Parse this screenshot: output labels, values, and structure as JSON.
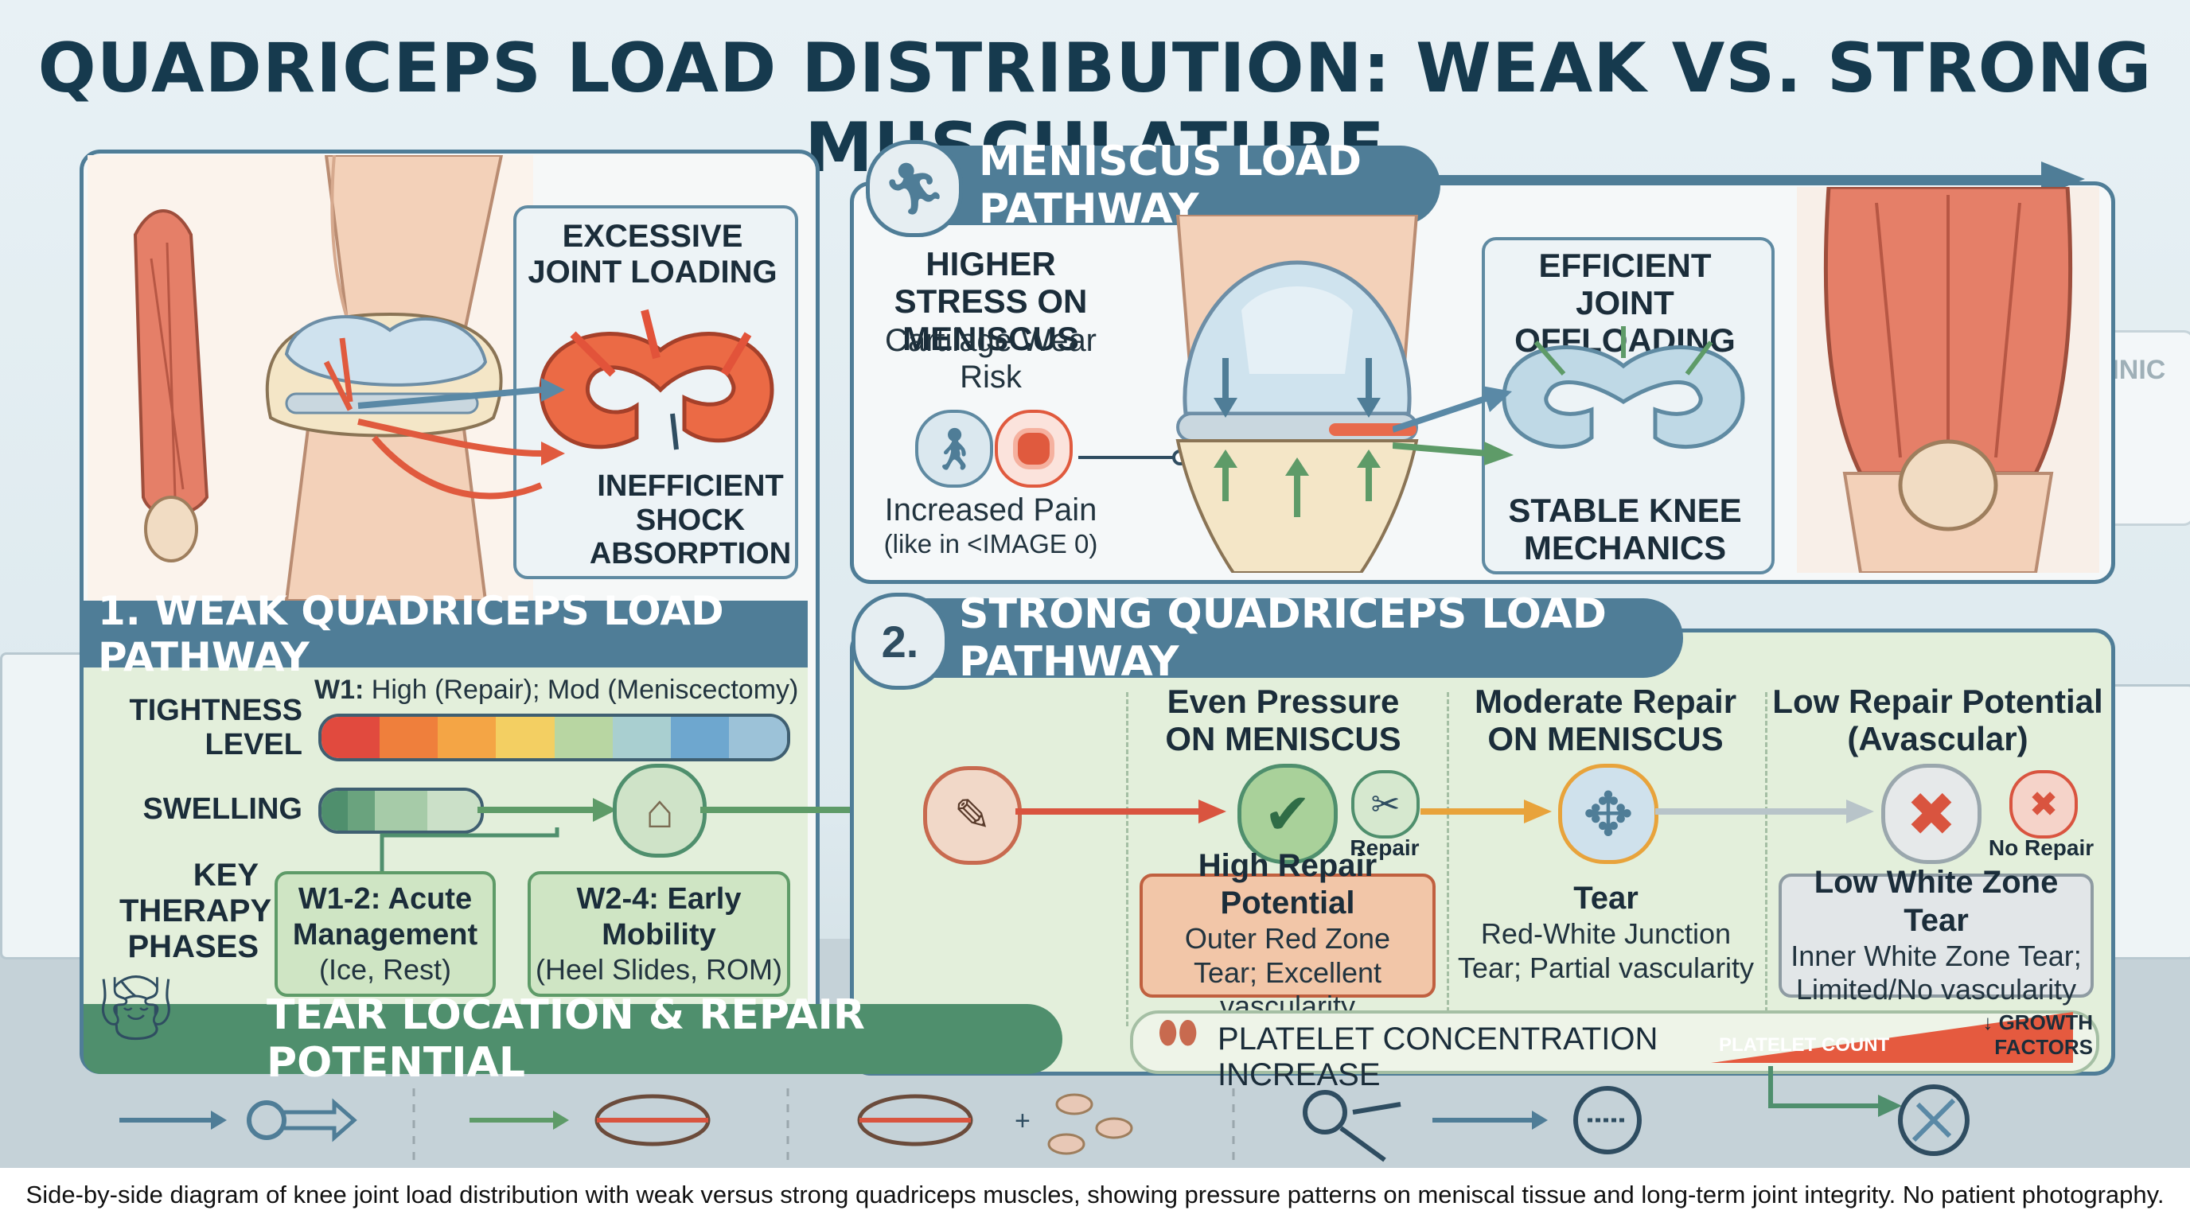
{
  "title": "QUADRICEPS LOAD DISTRIBUTION: WEAK VS. STRONG MUSCULATURE",
  "weak_panel": {
    "inset_top": "EXCESSIVE JOINT LOADING",
    "inset_bottom": "INEFFICIENT SHOCK ABSORPTION",
    "banner": "1. WEAK QUADRICEPS LOAD PATHWAY",
    "tightness_label": "TIGHTNESS LEVEL",
    "tightness_note_strong": "W1:",
    "tightness_note": "High (Repair); Mod (Meniscectomy)",
    "tightness_colors": [
      "#e14a3e",
      "#ef7f3c",
      "#f4a545",
      "#f3cf62",
      "#b8d6a2",
      "#a9cfd0",
      "#6ea7cf",
      "#9cc2d8"
    ],
    "swelling_label": "SWELLING",
    "therapy_label": "KEY THERAPY PHASES",
    "phase1_title": "W1-2: Acute Management",
    "phase1_detail": "(Ice, Rest)",
    "phase2_title": "W2-4: Early Mobility",
    "phase2_detail": "(Heel Slides, ROM)"
  },
  "meniscus_panel": {
    "banner": "MENISCUS LOAD PATHWAY",
    "stress_title": "HIGHER STRESS ON MENISCUS",
    "stress_sub": "Cartilage Wear Risk",
    "pain_label": "Increased Pain",
    "pain_note": "(like in <IMAGE 0)",
    "inset_top": "EFFICIENT JOINT OFFLOADING",
    "inset_bottom": "STABLE KNEE MECHANICS",
    "clinic_sign": "CLINIC"
  },
  "strong_panel": {
    "banner_num": "2.",
    "banner": "STRONG QUADRICEPS LOAD PATHWAY",
    "col1_head": "Even Pressure ON MENISCUS",
    "col2_head": "Moderate Repair ON MENISCUS",
    "col3_head": "Low Repair Potential (Avascular)",
    "repair_tag": "Repair",
    "no_repair_tag": "No Repair",
    "box1_title": "High Repair Potential",
    "box1_detail": "Outer Red Zone Tear; Excellent vascularity",
    "box2_title": "Tear",
    "box2_detail": "Red-White Junction Tear; Partial vascularity",
    "box3_title": "Low White Zone Tear",
    "box3_detail": "Inner White Zone Tear; Limited/No vascularity"
  },
  "bottom": {
    "tear_banner": "TEAR LOCATION & REPAIR POTENTIAL",
    "platelet_label": "PLATELET CONCENTRATION INCREASE",
    "platelet_count": "PLATELET COUNT",
    "growth_factors": "↓ GROWTH FACTORS"
  },
  "caption": "Side-by-side diagram of knee joint load distribution with weak versus strong quadriceps muscles, showing pressure patterns on meniscal tissue and long-term joint integrity. No patient photography.",
  "colors": {
    "navy": "#163a4e",
    "banner_blue": "#4f7d97",
    "banner_green": "#4f8f6d",
    "panel_green": "#e3efdb",
    "red": "#d9543f",
    "orange": "#e8a33b",
    "green": "#5e9b68"
  }
}
